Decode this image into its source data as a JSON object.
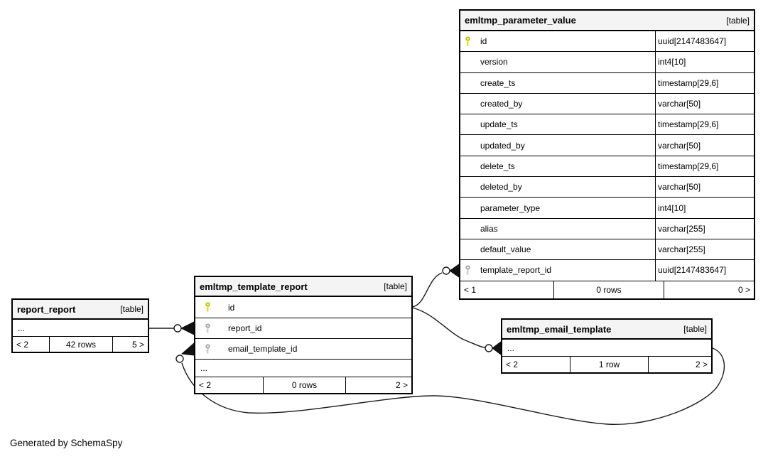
{
  "diagram": {
    "generated_by": "Generated by SchemaSpy",
    "colors": {
      "header_bg": "#f4f4f4",
      "primary_key": "#e3e300",
      "foreign_key": "#c9c9c9",
      "line": "#1a1a1a"
    },
    "tables": {
      "parameter_value": {
        "title": "emltmp_parameter_value",
        "badge": "[table]",
        "columns": [
          {
            "name": "id",
            "type": "uuid[2147483647]",
            "key": "primary"
          },
          {
            "name": "version",
            "type": "int4[10]",
            "key": ""
          },
          {
            "name": "create_ts",
            "type": "timestamp[29,6]",
            "key": ""
          },
          {
            "name": "created_by",
            "type": "varchar[50]",
            "key": ""
          },
          {
            "name": "update_ts",
            "type": "timestamp[29,6]",
            "key": ""
          },
          {
            "name": "updated_by",
            "type": "varchar[50]",
            "key": ""
          },
          {
            "name": "delete_ts",
            "type": "timestamp[29,6]",
            "key": ""
          },
          {
            "name": "deleted_by",
            "type": "varchar[50]",
            "key": ""
          },
          {
            "name": "parameter_type",
            "type": "int4[10]",
            "key": ""
          },
          {
            "name": "alias",
            "type": "varchar[255]",
            "key": ""
          },
          {
            "name": "default_value",
            "type": "varchar[255]",
            "key": ""
          },
          {
            "name": "template_report_id",
            "type": "uuid[2147483647]",
            "key": "foreign"
          }
        ],
        "footer": {
          "left": "< 1",
          "center": "0 rows",
          "right": "0 >"
        }
      },
      "template_report": {
        "title": "emltmp_template_report",
        "badge": "[table]",
        "columns": [
          {
            "name": "id",
            "key": "primary"
          },
          {
            "name": "report_id",
            "key": "foreign"
          },
          {
            "name": "email_template_id",
            "key": "foreign"
          }
        ],
        "ellipsis": "...",
        "footer": {
          "left": "< 2",
          "center": "0 rows",
          "right": "2 >"
        }
      },
      "report_report": {
        "title": "report_report",
        "badge": "[table]",
        "ellipsis": "...",
        "footer": {
          "left": "< 2",
          "center": "42 rows",
          "right": "5 >"
        }
      },
      "email_template": {
        "title": "emltmp_email_template",
        "badge": "[table]",
        "ellipsis": "...",
        "footer": {
          "left": "< 2",
          "center": "1 row",
          "right": "2 >"
        }
      }
    },
    "relationships": [
      {
        "from": "report_report",
        "to": "emltmp_template_report.report_id"
      },
      {
        "from": "emltmp_template_report.id",
        "to": "emltmp_parameter_value.template_report_id"
      },
      {
        "from": "emltmp_template_report.id",
        "to": "emltmp_email_template"
      },
      {
        "from": "emltmp_email_template",
        "to": "emltmp_template_report.email_template_id"
      }
    ]
  }
}
